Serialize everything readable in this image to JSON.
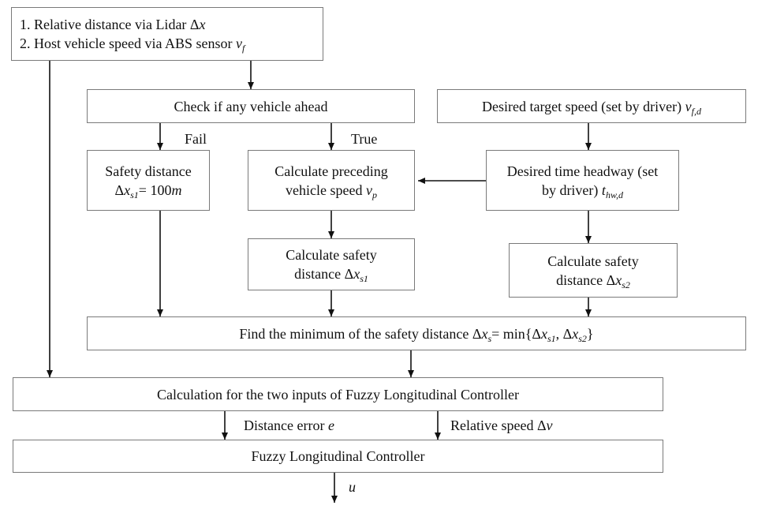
{
  "nodes": {
    "sensors": {
      "line1": "1. Relative distance via Lidar Δ",
      "line1_var": "x",
      "line2": "2. Host vehicle speed via ABS sensor ",
      "line2_var": "v",
      "line2_sub": "f"
    },
    "check_ahead": {
      "text": "Check if any vehicle ahead"
    },
    "desired_speed": {
      "text": "Desired target speed (set by driver) ",
      "var": "v",
      "sub": "f,d"
    },
    "safety_fixed": {
      "line1": "Safety distance",
      "line2_pre": "Δ",
      "line2_var": "x",
      "line2_sub": "s1",
      "line2_post": "= 100",
      "line2_unit": "m"
    },
    "calc_preceding": {
      "line1": "Calculate preceding",
      "line2": "vehicle speed ",
      "var": "v",
      "sub": "p"
    },
    "time_headway": {
      "line1": "Desired time headway (set",
      "line2": "by driver) ",
      "var": "t",
      "sub": "hw,d"
    },
    "calc_safety1": {
      "line1": "Calculate safety",
      "line2": "distance Δ",
      "var": "x",
      "sub": "s1"
    },
    "calc_safety2": {
      "line1": "Calculate safety",
      "line2": "distance Δ",
      "var": "x",
      "sub": "s2"
    },
    "find_min": {
      "text": "Find the minimum of the safety distance Δ",
      "var": "x",
      "sub": "s",
      "post": "= min{Δ",
      "var2": "x",
      "sub2": "s1",
      "mid": ", Δ",
      "var3": "x",
      "sub3": "s2",
      "end": "}"
    },
    "calc_inputs": {
      "text": "Calculation for the two inputs of Fuzzy Longitudinal Controller"
    },
    "fuzzy_controller": {
      "text": "Fuzzy Longitudinal Controller"
    }
  },
  "edge_labels": {
    "fail": "Fail",
    "true": "True",
    "distance_error": "Distance error ",
    "distance_error_var": "e",
    "relative_speed": "Relative speed Δ",
    "relative_speed_var": "v",
    "output_var": "u"
  },
  "colors": {
    "border": "#7a7a7a",
    "arrow": "#111111"
  }
}
